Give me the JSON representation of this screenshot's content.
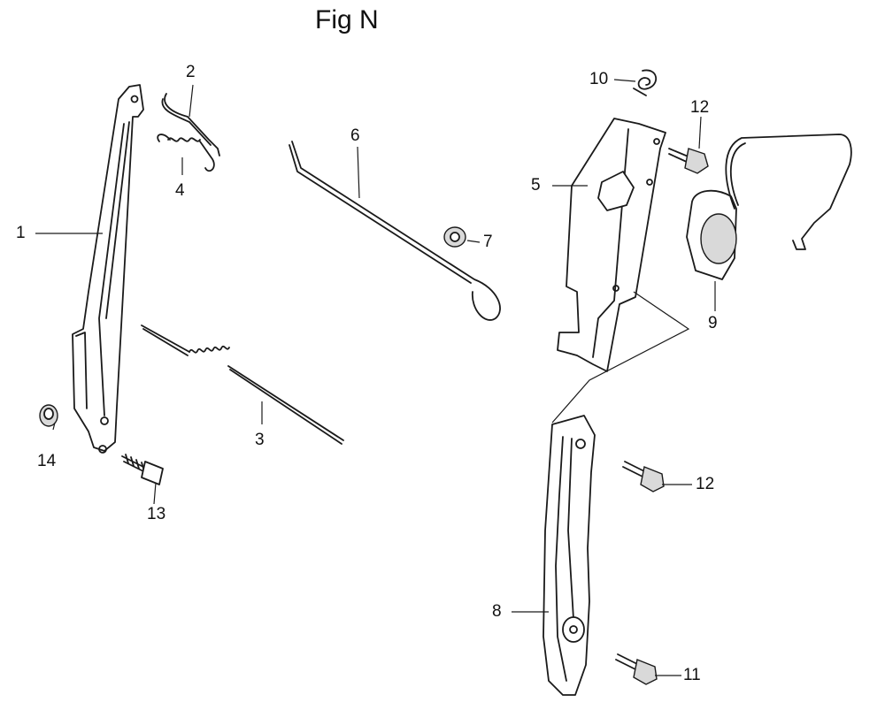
{
  "figure": {
    "title": "Fig N"
  },
  "callouts": [
    {
      "id": "c1",
      "label": "1"
    },
    {
      "id": "c2",
      "label": "2"
    },
    {
      "id": "c3",
      "label": "3"
    },
    {
      "id": "c4",
      "label": "4"
    },
    {
      "id": "c5",
      "label": "5"
    },
    {
      "id": "c6",
      "label": "6"
    },
    {
      "id": "c7",
      "label": "7"
    },
    {
      "id": "c8",
      "label": "8"
    },
    {
      "id": "c9",
      "label": "9"
    },
    {
      "id": "c10",
      "label": "10"
    },
    {
      "id": "c11",
      "label": "11"
    },
    {
      "id": "c12a",
      "label": "12"
    },
    {
      "id": "c12b",
      "label": "12"
    },
    {
      "id": "c13",
      "label": "13"
    },
    {
      "id": "c14",
      "label": "14"
    }
  ]
}
